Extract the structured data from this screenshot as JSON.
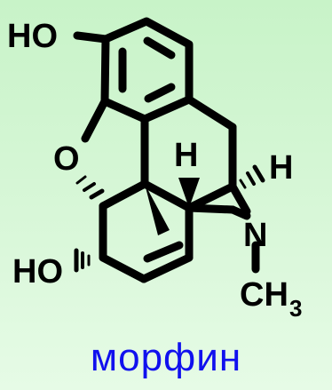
{
  "molecule": {
    "name": "морфин",
    "labels": {
      "ho_top": "HO",
      "o_ring": "O",
      "h_center": "H",
      "h_right": "H",
      "n_atom": "N",
      "ho_bottom": "HO",
      "ch3_c": "CH",
      "ch3_sub": "3"
    }
  },
  "colors": {
    "background": "#d6f6d6",
    "bonds": "#000000",
    "caption": "#1010ee"
  }
}
